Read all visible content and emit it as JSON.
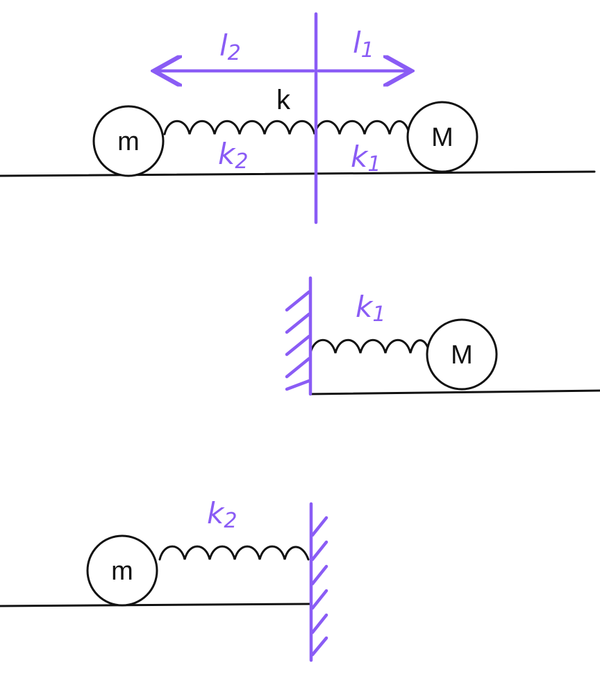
{
  "colors": {
    "ink": "#111111",
    "annotation": "#8a5cf5"
  },
  "top": {
    "left_mass": "m",
    "right_mass": "M",
    "spring_label": "k",
    "length_left": {
      "base": "l",
      "sub": "2"
    },
    "length_right": {
      "base": "l",
      "sub": "1"
    },
    "spring_left": {
      "base": "k",
      "sub": "2"
    },
    "spring_right": {
      "base": "k",
      "sub": "1"
    }
  },
  "middle": {
    "mass": "M",
    "spring": {
      "base": "k",
      "sub": "1"
    }
  },
  "bottom": {
    "mass": "m",
    "spring": {
      "base": "k",
      "sub": "2"
    }
  }
}
